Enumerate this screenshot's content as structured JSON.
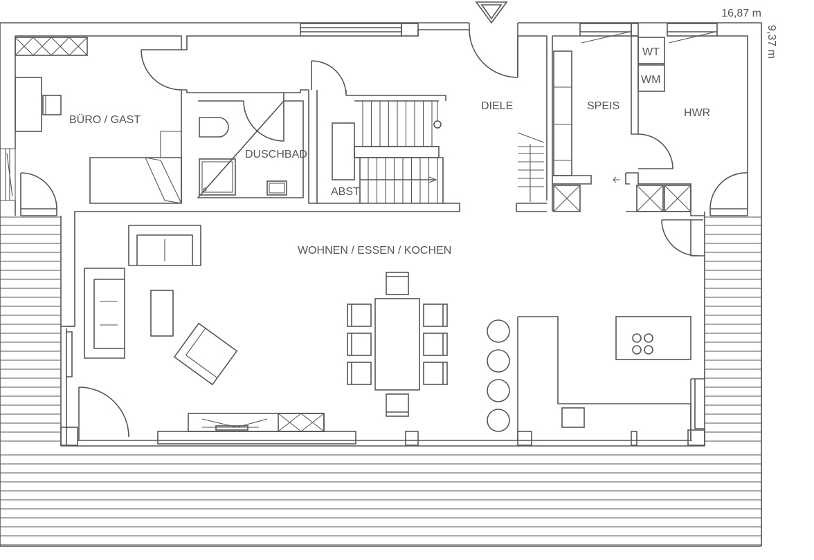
{
  "plan": {
    "dimensions": {
      "width": "16,87 m",
      "depth": "9,37 m"
    },
    "rooms": {
      "buero_gast": "BÜRO / GAST",
      "duschbad": "DUSCHBAD",
      "abst": "ABST.",
      "diele": "DIELE",
      "speis": "SPEIS",
      "hwr": "HWR",
      "wohnen": "WOHNEN / ESSEN / KOCHEN"
    },
    "appliances": {
      "dryer": "WT",
      "washer": "WM"
    },
    "icons": [
      "entrance-arrow-icon"
    ],
    "colors": {
      "line": "#555555",
      "background": "#ffffff"
    }
  }
}
